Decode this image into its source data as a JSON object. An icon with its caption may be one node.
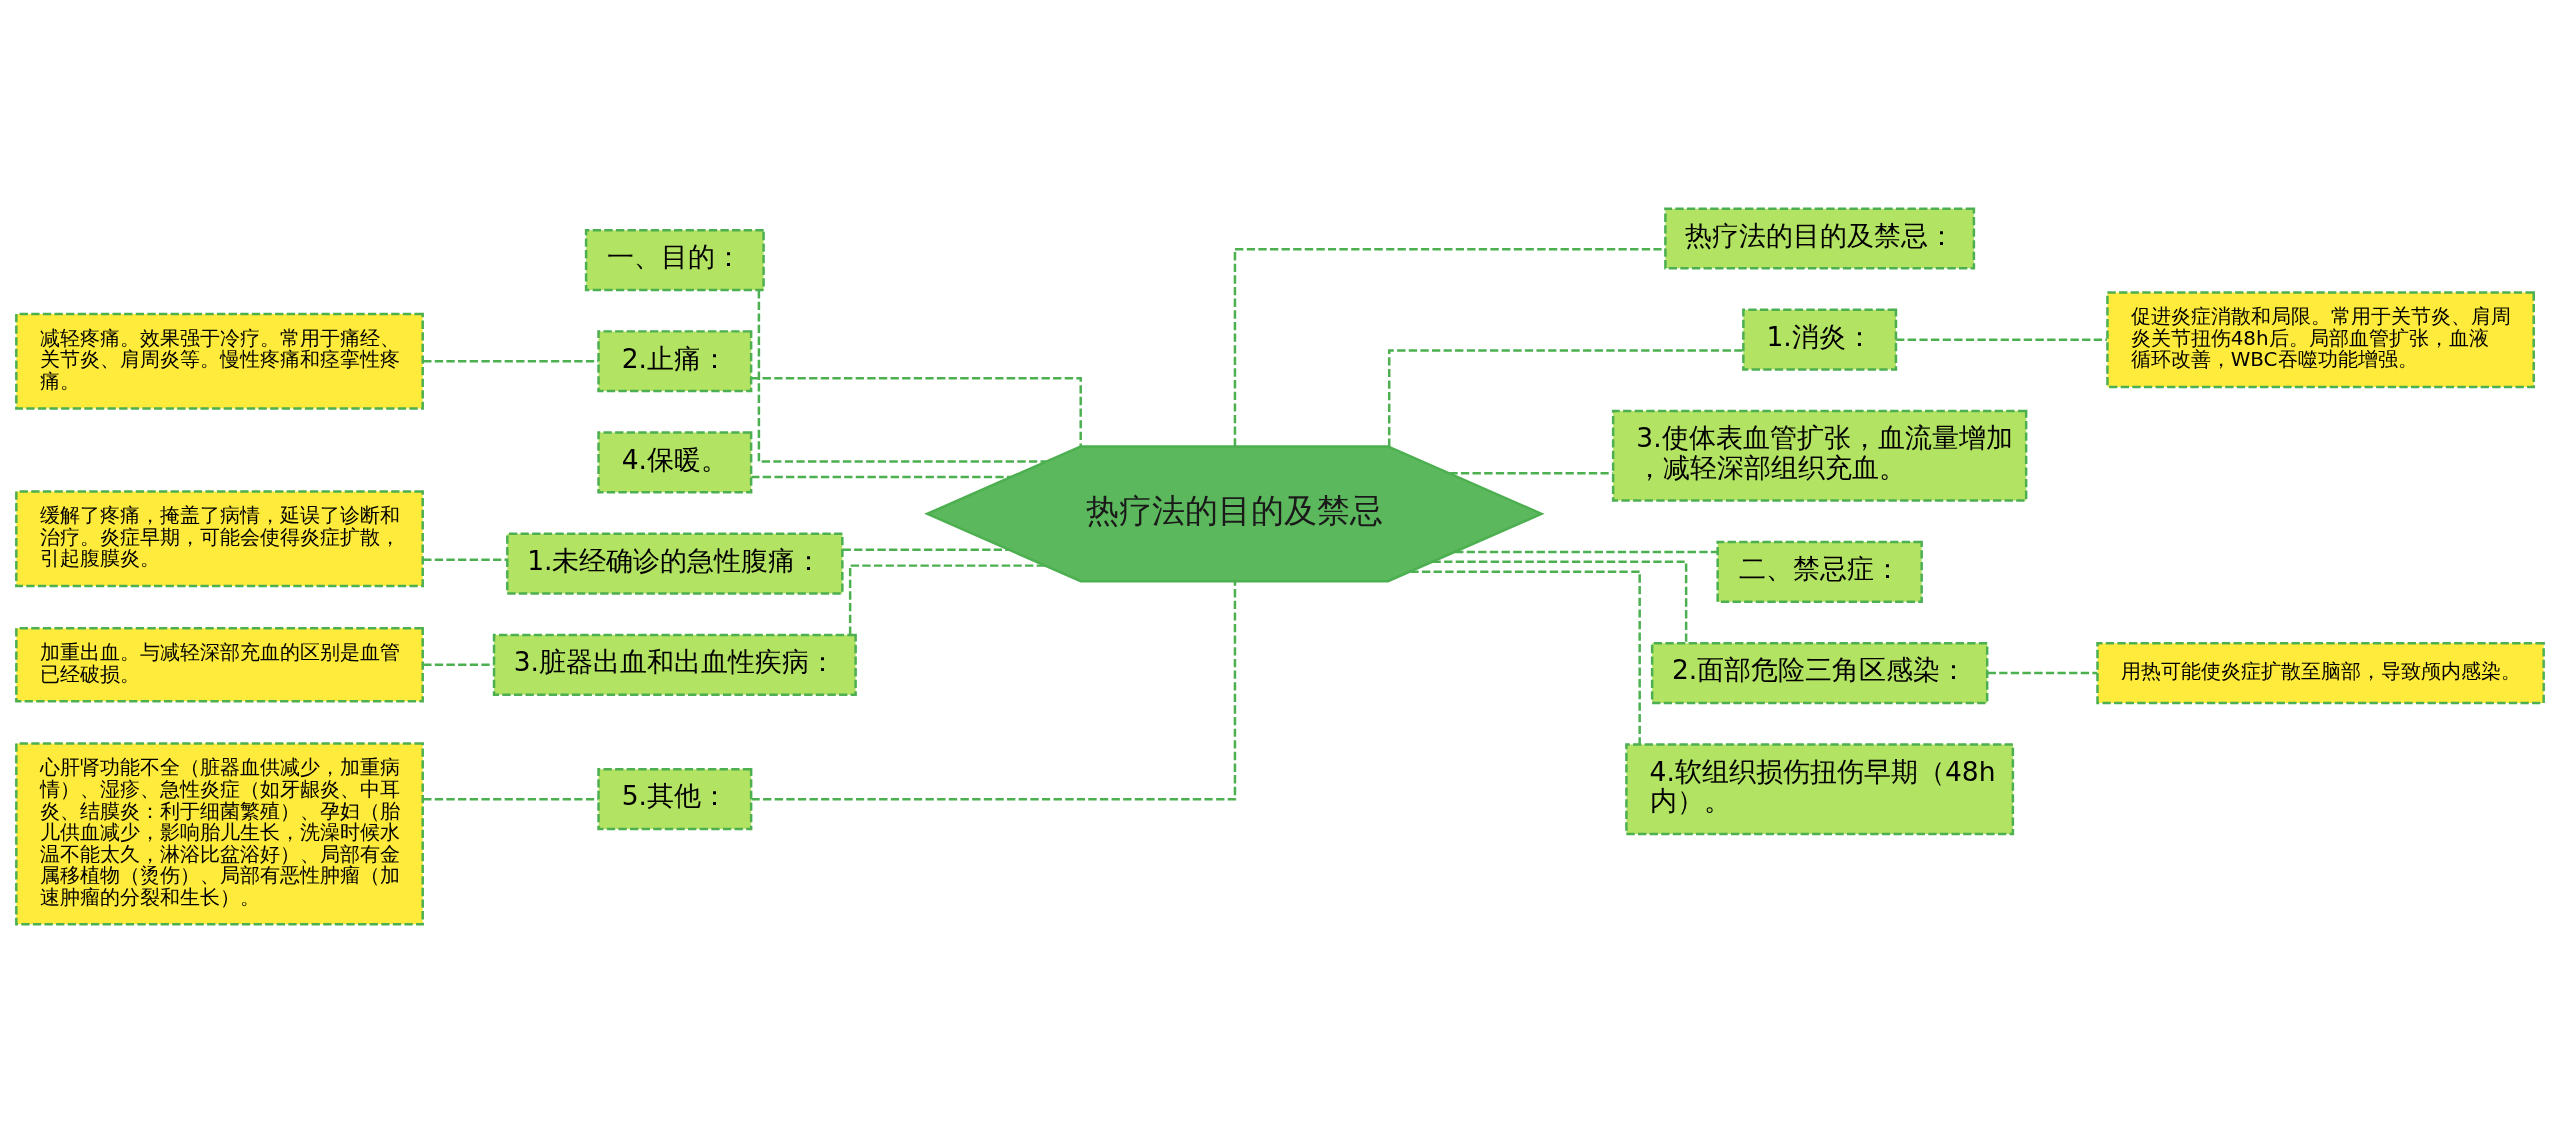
{
  "diagram": {
    "nodes": [
      {
        "text": [
          "热疗法的目的及禁忌"
        ]
      },
      {
        "text": [
          "一、目的："
        ]
      },
      {
        "text": [
          "2.止痛："
        ]
      },
      {
        "text": [
          "减轻疼痛。效果强于冷疗。常用于痛经、关节炎、肩周炎等。慢性疼痛和痉挛性疼痛。"
        ]
      },
      {
        "text": [
          "4.保暖。"
        ]
      },
      {
        "text": [
          "1.未经确诊的急性腹痛："
        ]
      },
      {
        "text": [
          "缓解了疼痛，掩盖了病情，延误了诊断和治疗。炎症早期，可能会使得炎症扩散，引起腹膜炎。"
        ]
      },
      {
        "text": [
          "3.脏器出血和出血性疾病："
        ]
      },
      {
        "text": [
          "加重出血。与减轻深部充血的区别是血管已经破损。"
        ]
      },
      {
        "text": [
          "5.其他："
        ]
      },
      {
        "text": [
          "心肝肾功能不全（脏器血供减少，加重病情）、湿疹、急性炎症（如牙龈炎、中耳炎、结膜炎：利于细菌繁殖）、孕妇（胎儿供血减少，影响胎儿生长，洗澡时候水温不能太久，淋浴比盆浴好）、局部有金属移植物（烫伤）、局部有恶性肿瘤（加速肿瘤的分裂和生长）。"
        ]
      },
      {
        "text": [
          "热疗法的目的及禁忌："
        ]
      },
      {
        "text": [
          "1.消炎："
        ]
      },
      {
        "text": [
          "促进炎症消散和局限。常用于关节炎、肩周炎关节扭伤48h后。局部血管扩张，血液循环改善，WBC吞噬功能增强。"
        ]
      },
      {
        "text": [
          "3.使体表血管扩张，血流量增加，减轻深部组织充血。"
        ]
      },
      {
        "text": [
          "二、禁忌症："
        ]
      },
      {
        "text": [
          "2.面部危险三角区感染："
        ]
      },
      {
        "text": [
          "用热可能使炎症扩散至脑部，导致颅内感染。"
        ]
      },
      {
        "text": [
          "4.软组织损伤扭伤早期（48h内）。"
        ]
      }
    ],
    "edges": [
      {
        "from": 0,
        "to": 1,
        "arrow": "none",
        "style": "dashed"
      },
      {
        "from": 0,
        "to": 2,
        "arrow": "none",
        "style": "dashed"
      },
      {
        "from": 2,
        "to": 3,
        "arrow": "none",
        "style": "dashed"
      },
      {
        "from": 0,
        "to": 4,
        "arrow": "none",
        "style": "dashed"
      },
      {
        "from": 0,
        "to": 5,
        "arrow": "none",
        "style": "dashed"
      },
      {
        "from": 5,
        "to": 6,
        "arrow": "none",
        "style": "dashed"
      },
      {
        "from": 0,
        "to": 7,
        "arrow": "none",
        "style": "dashed"
      },
      {
        "from": 7,
        "to": 8,
        "arrow": "none",
        "style": "dashed"
      },
      {
        "from": 0,
        "to": 9,
        "arrow": "none",
        "style": "dashed"
      },
      {
        "from": 9,
        "to": 10,
        "arrow": "none",
        "style": "dashed"
      },
      {
        "from": 0,
        "to": 11,
        "arrow": "none",
        "style": "dashed"
      },
      {
        "from": 0,
        "to": 12,
        "arrow": "none",
        "style": "dashed"
      },
      {
        "from": 12,
        "to": 13,
        "arrow": "none",
        "style": "dashed"
      },
      {
        "from": 0,
        "to": 14,
        "arrow": "none",
        "style": "dashed"
      },
      {
        "from": 0,
        "to": 15,
        "arrow": "none",
        "style": "dashed"
      },
      {
        "from": 0,
        "to": 16,
        "arrow": "none",
        "style": "dashed"
      },
      {
        "from": 16,
        "to": 17,
        "arrow": "none",
        "style": "dashed"
      },
      {
        "from": 0,
        "to": 18,
        "arrow": "none",
        "style": "dashed"
      }
    ]
  }
}
